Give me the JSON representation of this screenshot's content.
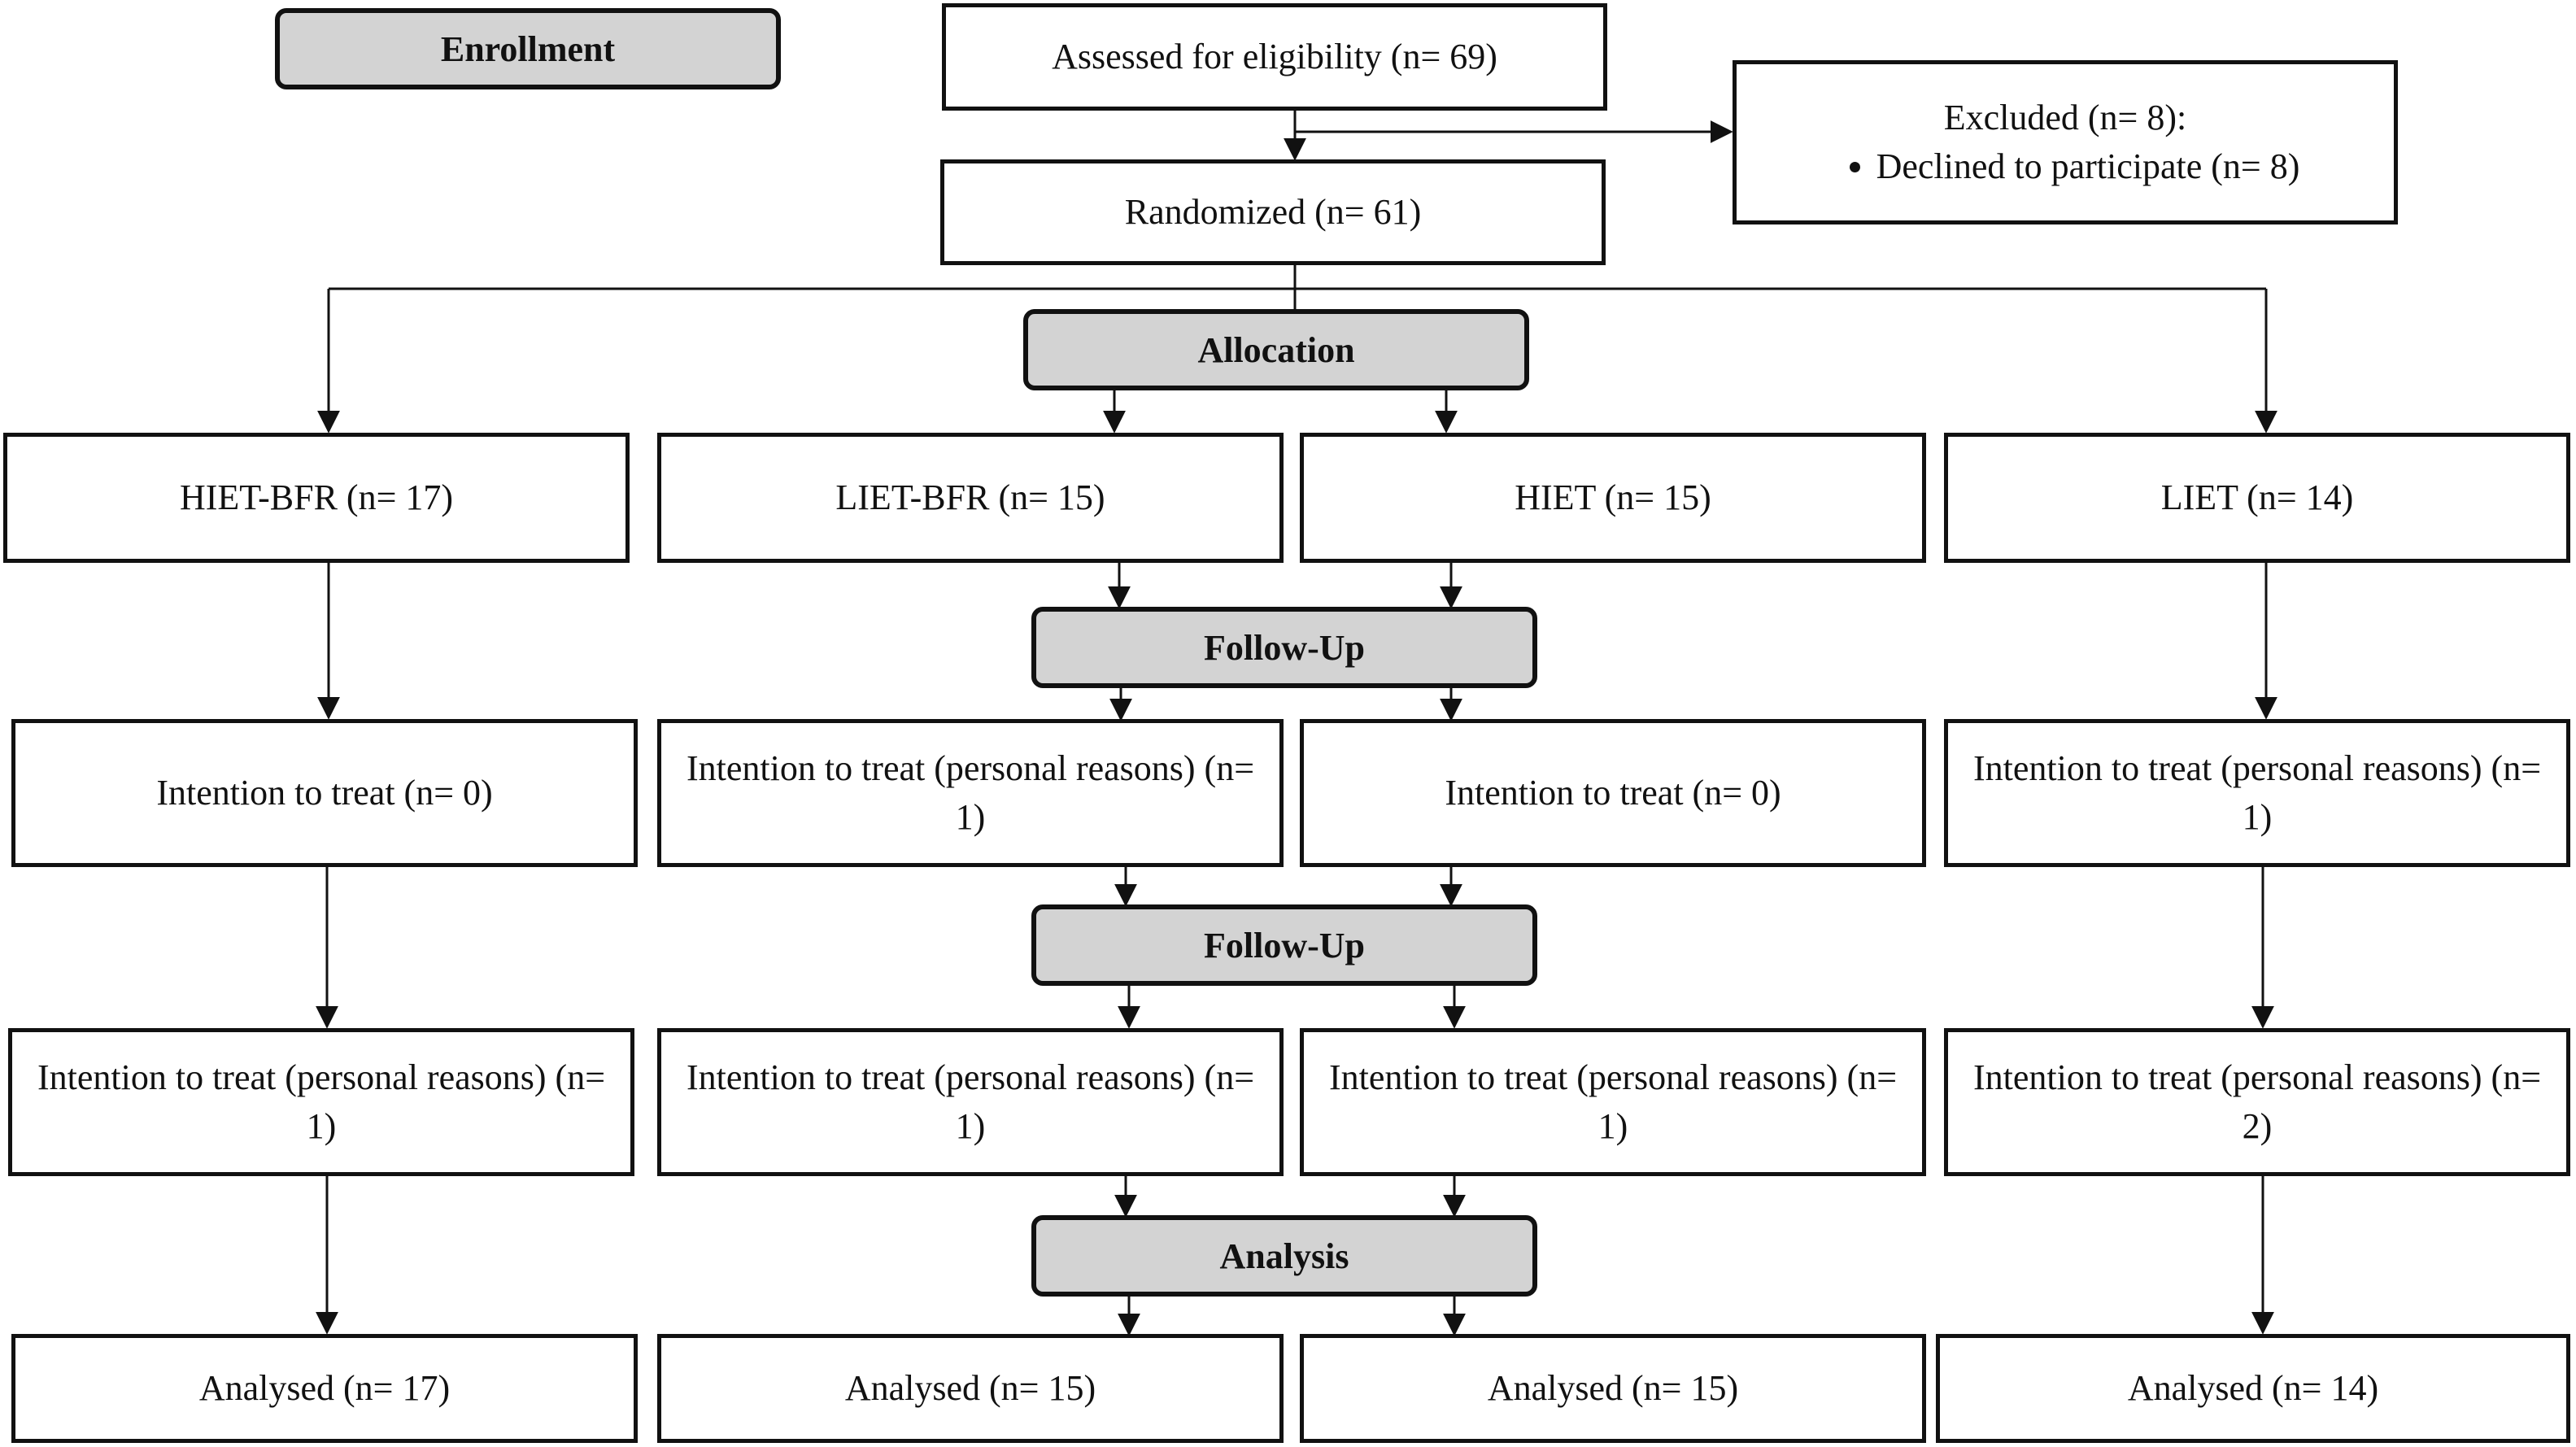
{
  "stages": {
    "enrollment": "Enrollment",
    "allocation": "Allocation",
    "followup1": "Follow-Up",
    "followup2": "Follow-Up",
    "analysis": "Analysis"
  },
  "enrollment": {
    "assessed": "Assessed for eligibility (n= 69)",
    "excluded_title": "Excluded (n= 8):",
    "excluded_reason": "Declined to participate (n= 8)",
    "randomized": "Randomized (n= 61)"
  },
  "groups": [
    {
      "allocated": "HIET-BFR (n= 17)",
      "followup1": "Intention to treat (n= 0)",
      "followup2": "Intention to treat (personal reasons) (n= 1)",
      "analysed": "Analysed (n= 17)"
    },
    {
      "allocated": "LIET-BFR (n= 15)",
      "followup1": "Intention to treat (personal reasons) (n= 1)",
      "followup2": "Intention to treat (personal reasons) (n= 1)",
      "analysed": "Analysed (n= 15)"
    },
    {
      "allocated": "HIET (n= 15)",
      "followup1": "Intention to treat (n= 0)",
      "followup2": "Intention to treat (personal reasons) (n= 1)",
      "analysed": "Analysed  (n= 15)"
    },
    {
      "allocated": "LIET (n= 14)",
      "followup1": "Intention to treat (personal reasons) (n= 1)",
      "followup2": "Intention to treat (personal reasons) (n= 2)",
      "analysed": "Analysed (n= 14)"
    }
  ]
}
